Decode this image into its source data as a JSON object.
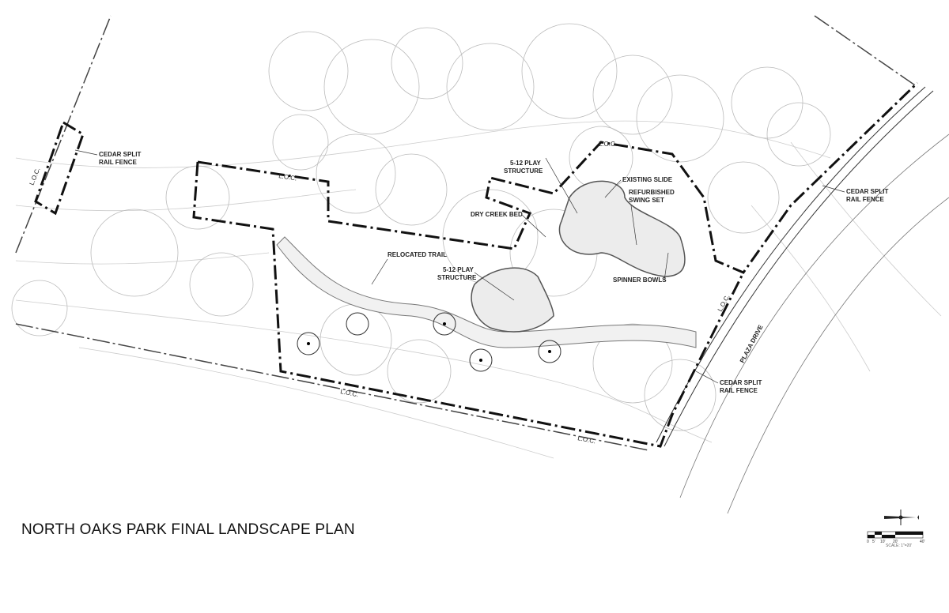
{
  "title": "NORTH OAKS PARK FINAL LANDSCAPE PLAN",
  "labels": {
    "cedar_fence_left": [
      "CEDAR SPLIT",
      "RAIL FENCE"
    ],
    "cedar_fence_right_top": [
      "CEDAR SPLIT",
      "RAIL FENCE"
    ],
    "cedar_fence_right_bottom": [
      "CEDAR SPLIT",
      "RAIL FENCE"
    ],
    "play_structure_top": [
      "5-12 PLAY",
      "STRUCTURE"
    ],
    "play_structure_bottom": [
      "5-12 PLAY",
      "STRUCTURE"
    ],
    "dry_creek_bed": "DRY CREEK BED",
    "existing_slide": "EXISTING SLIDE",
    "swing_set": [
      "REFURBISHED",
      "SWING SET"
    ],
    "spinner_bowls": "SPINNER BOWLS",
    "relocated_trail": "RELOCATED TRAIL",
    "plaza_drive": "PLAZA DRIVE",
    "loc": "L.O.C."
  },
  "scale": {
    "ticks": [
      "0",
      "5'",
      "10'",
      "20'",
      "40'"
    ],
    "text": "SCALE: 1\"=20'"
  }
}
